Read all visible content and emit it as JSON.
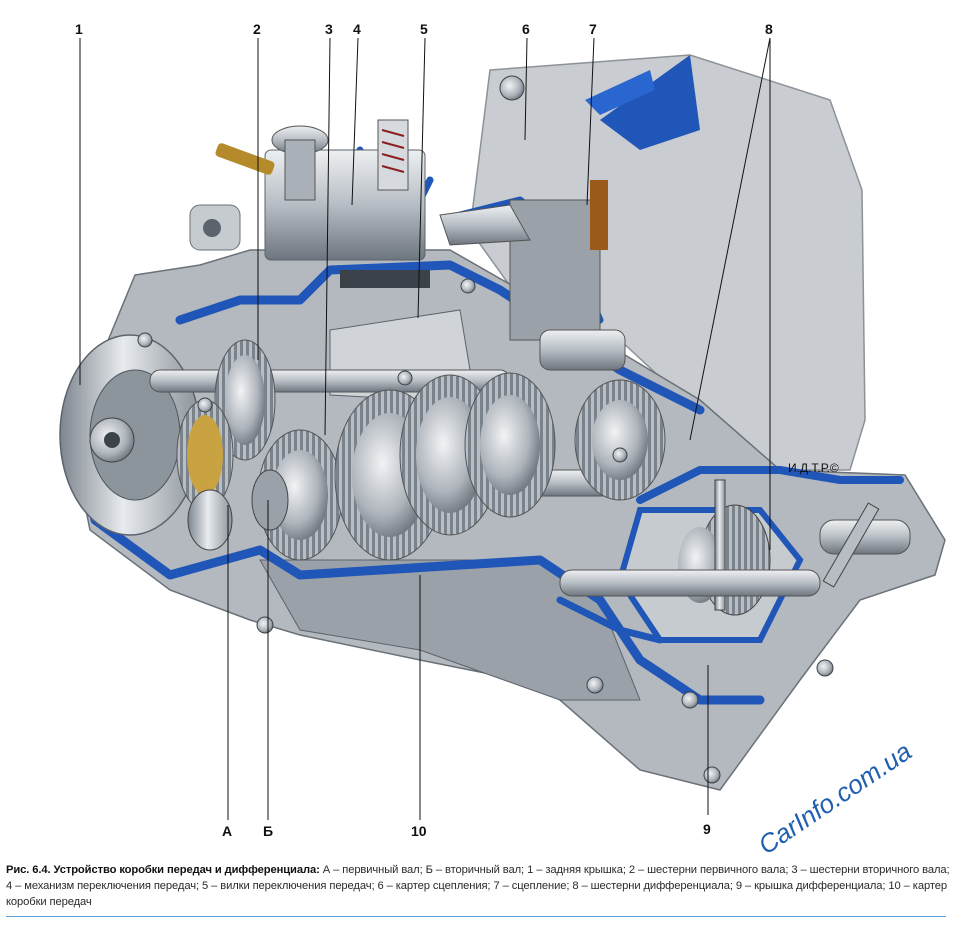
{
  "figure": {
    "callouts": {
      "n1": "1",
      "n2": "2",
      "n3": "3",
      "n4": "4",
      "n5": "5",
      "n6": "6",
      "n7": "7",
      "n8": "8",
      "n9": "9",
      "n10": "10",
      "a": "А",
      "b": "Б"
    },
    "artist_credit": "И.Д.Т.Р.©",
    "colors": {
      "section_blue": "#1f56b8",
      "metal_light": "#d4d8dd",
      "metal_mid": "#9ca3ab",
      "metal_dark": "#5b636c",
      "gear_bronze": "#c9a241"
    }
  },
  "caption": {
    "heading": "Рис. 6.4. Устройство коробки передач и дифференциала:",
    "body": "А – первичный вал; Б – вторичный вал; 1 – задняя крышка; 2 – шестерни первичного вала; 3 – шестерни вторичного вала; 4 – механизм переключения передач; 5 – вилки переключения передач; 6 – картер сцепления; 7 – сцепление; 8 – шестерни дифференциала; 9 – крышка дифференциала; 10 – картер коробки передач"
  },
  "watermark": "CarInfo.com.ua"
}
